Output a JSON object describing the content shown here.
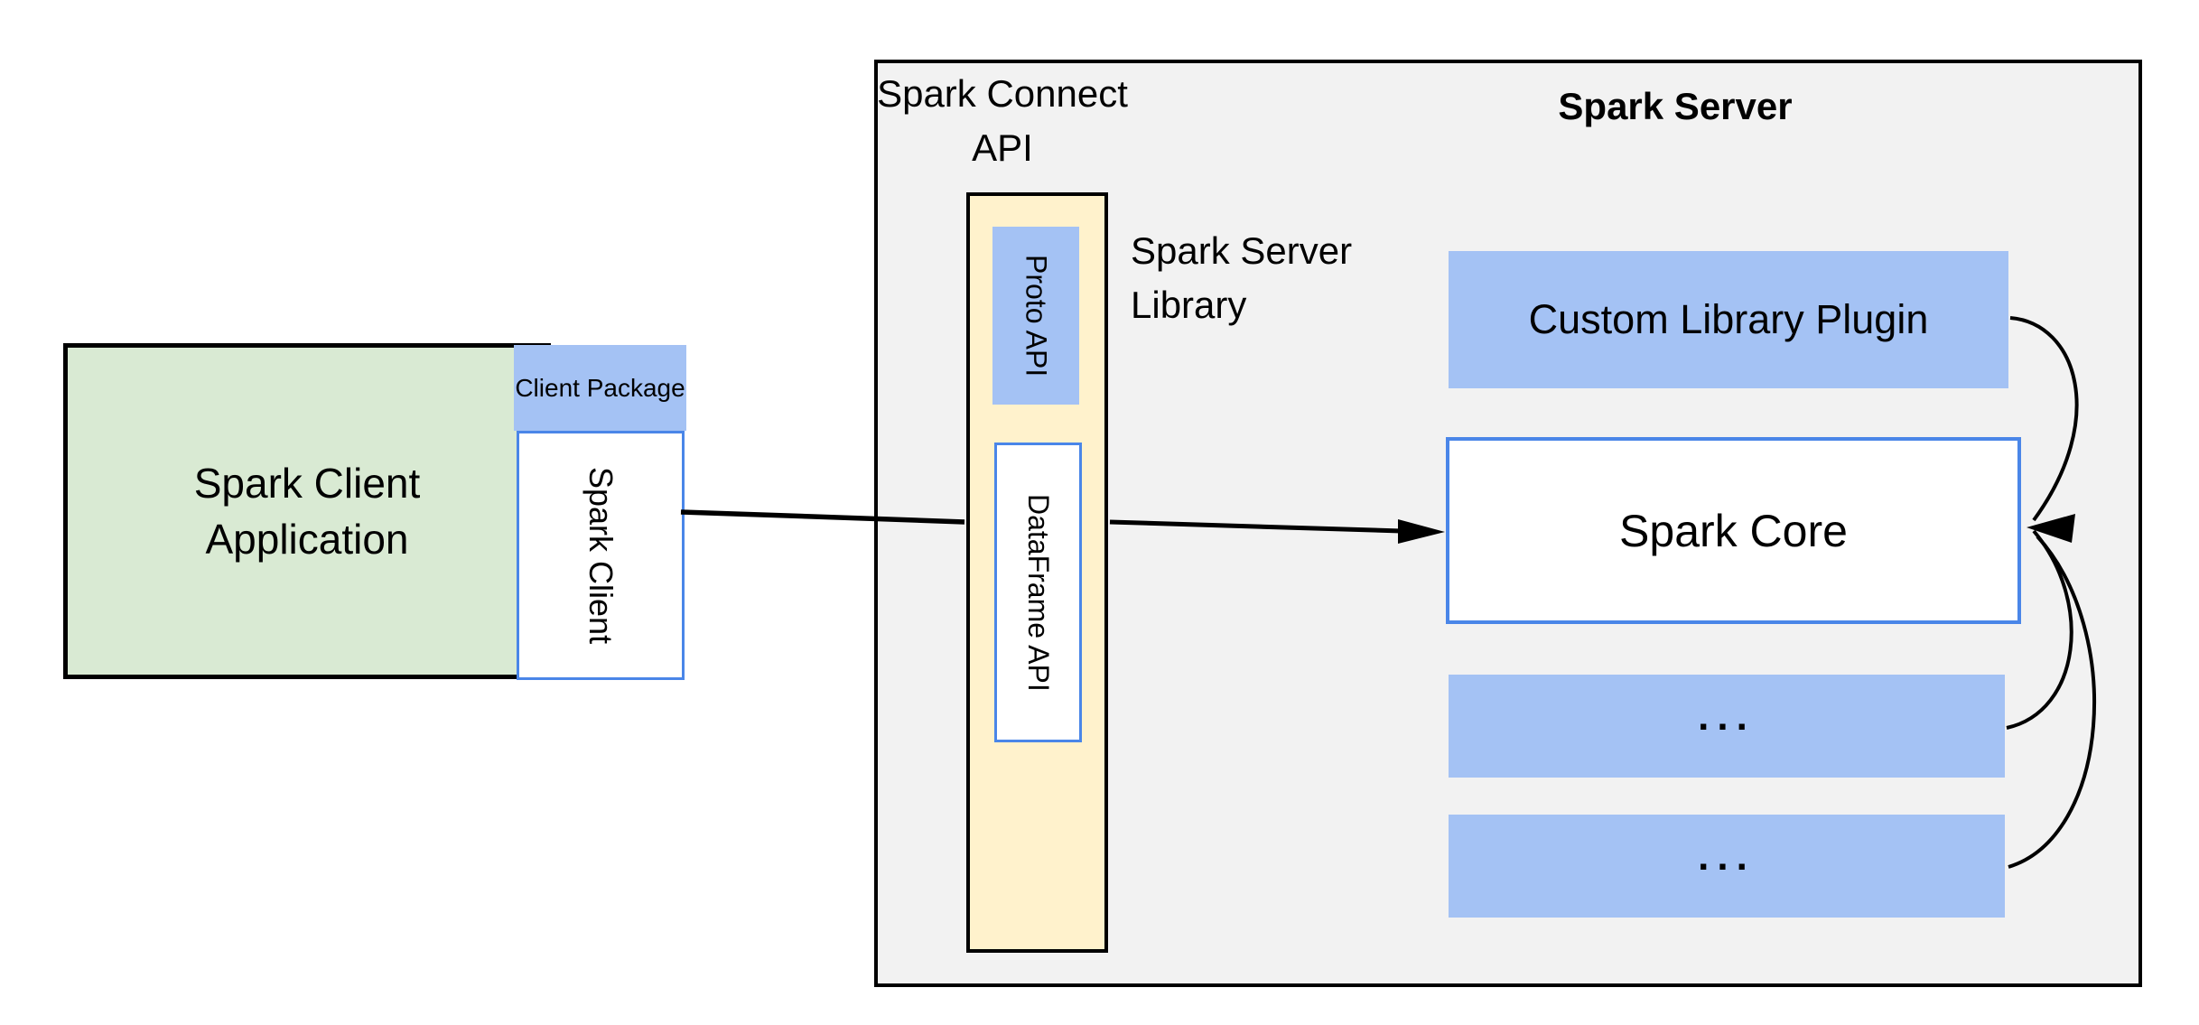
{
  "diagram": {
    "client_area": {
      "application_label": "Spark Client Application",
      "package_label": "Client Package",
      "client_label": "Spark Client"
    },
    "connect_api": {
      "label": "Spark Connect API",
      "proto_label": "Proto API",
      "dataframe_label": "DataFrame API",
      "library_label": "Spark Server Library"
    },
    "server": {
      "title": "Spark Server",
      "plugin_label": "Custom Library Plugin",
      "core_label": "Spark Core",
      "ellipsis_boxes": [
        "...",
        "..."
      ]
    },
    "colors": {
      "background": "#ffffff",
      "server_panel_fill": "#f2f2f2",
      "client_app_fill": "#d9ead3",
      "accent_blue_fill": "#a4c2f4",
      "library_fill": "#fff2cc",
      "blue_border": "#4a86e8",
      "line_color": "#000000"
    }
  }
}
